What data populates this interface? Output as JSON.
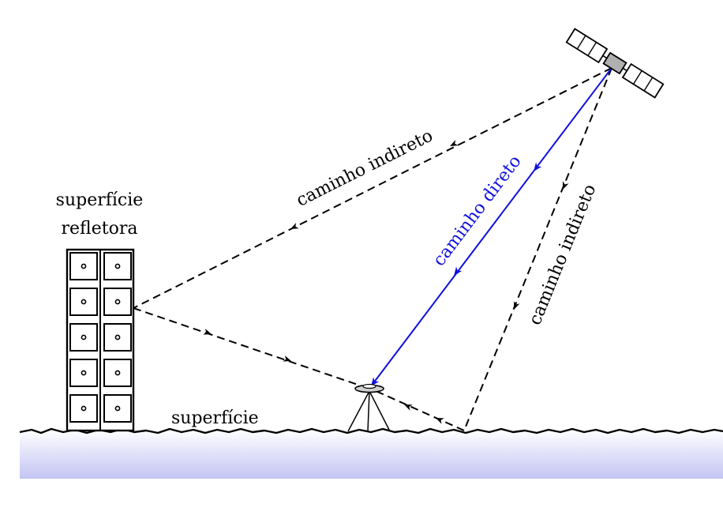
{
  "labels": {
    "reflective_surface_line1": "superfície",
    "reflective_surface_line2": "refletora",
    "ground_surface": "superfície",
    "indirect_path_top": "caminho indireto",
    "direct_path": "caminho direto",
    "indirect_path_right": "caminho indireto"
  },
  "colors": {
    "direct_path": "#1010e0",
    "indirect_path": "#000000",
    "ground_top": "#ffffff",
    "ground_bottom": "#c4c4f4",
    "satellite_body": "#b0b0b0"
  },
  "icons": {
    "satellite": "satellite-icon",
    "receiver": "gnss-antenna-tripod-icon",
    "building": "building-icon"
  }
}
